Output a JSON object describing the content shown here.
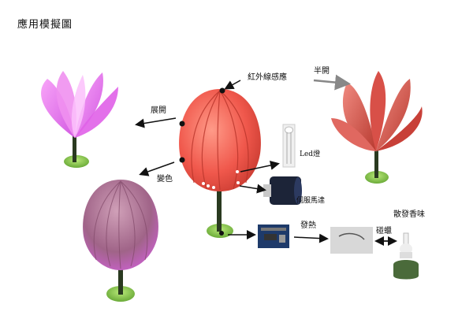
{
  "title": "應用模擬圖",
  "labels": {
    "infrared": "紅外線感應",
    "half_open": "半開",
    "expand": "展開",
    "change_color": "變色",
    "led": "Led燈",
    "servo": "伺服馬達",
    "heat": "發熱",
    "paraffin": "碰蠟",
    "fragrance": "散發香味"
  },
  "colors": {
    "red_flower": "#f0584c",
    "pink_flower": "#e070e8",
    "purple_flower": "#a06488",
    "stem": "#2a3a20",
    "base": "#8ccc50"
  }
}
